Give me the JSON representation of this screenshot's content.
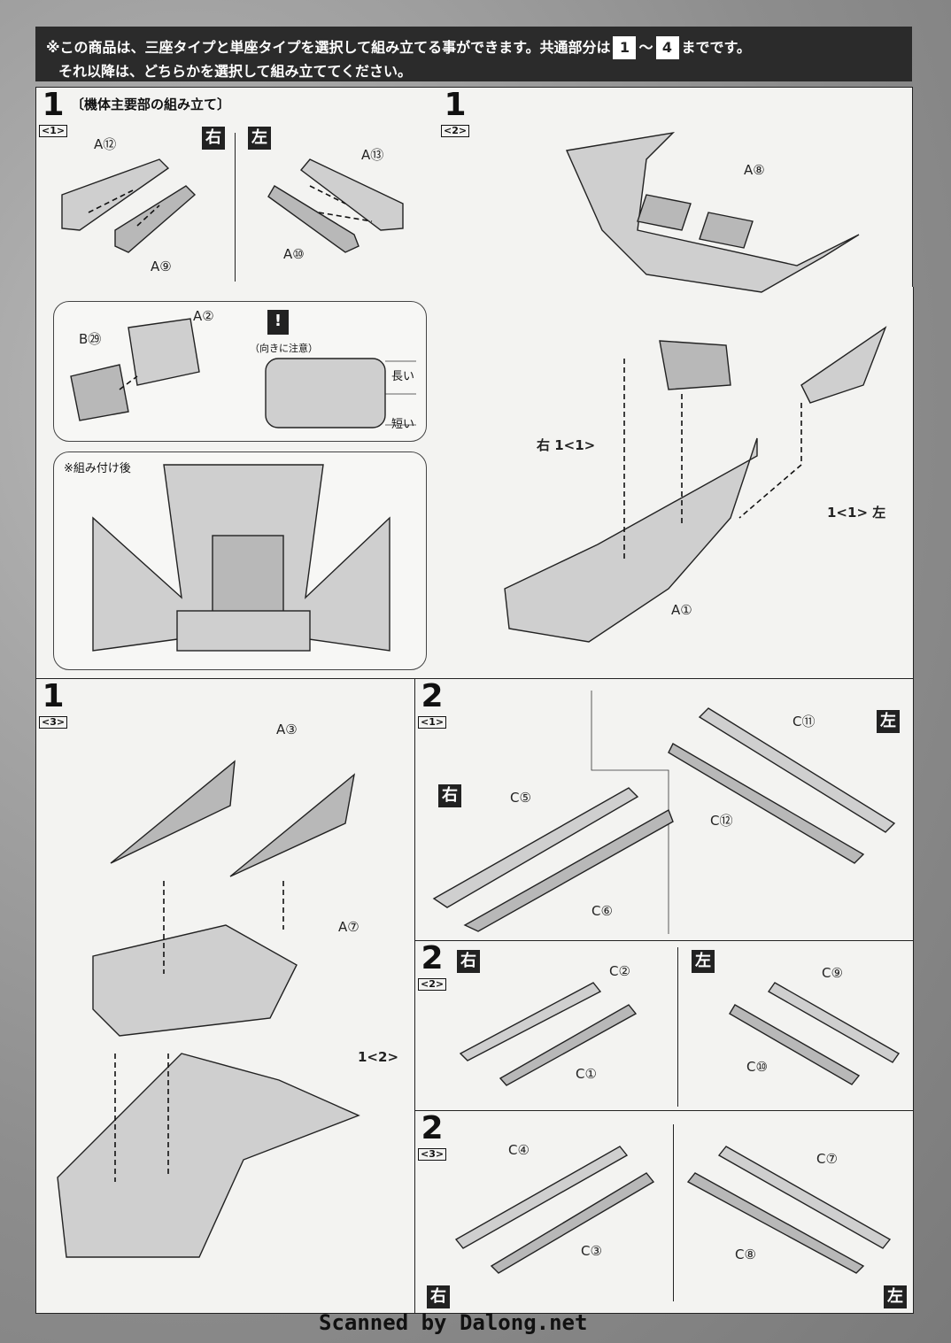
{
  "header": {
    "line1_a": "※この商品は、三座タイプと単座タイプを選択して組み立てる事ができます。共通部分は",
    "step_first": "1",
    "tilde": "～",
    "step_last": "4",
    "line1_b": "までです。",
    "line2": "それ以降は、どちらかを選択して組み立ててください。"
  },
  "steps": {
    "s1_1": {
      "num": "1",
      "sub": "<1>",
      "title": "〔機体主要部の組み立て〕"
    },
    "s1_2": {
      "num": "1",
      "sub": "<2>"
    },
    "s1_3": {
      "num": "1",
      "sub": "<3>"
    },
    "s2_1": {
      "num": "2",
      "sub": "<1>"
    },
    "s2_2": {
      "num": "2",
      "sub": "<2>"
    },
    "s2_3": {
      "num": "2",
      "sub": "<3>"
    }
  },
  "labels": {
    "right": "右",
    "left": "左",
    "ref_right_1_1": "右 1<1>",
    "ref_left_1_1": "1<1> 左",
    "ref_1_2": "1<2>"
  },
  "parts": {
    "a12": "A⑫",
    "a9": "A⑨",
    "a13": "A⑬",
    "a10": "A⑩",
    "a8": "A⑧",
    "a2": "A②",
    "b29": "B㉙",
    "a1": "A①",
    "a3": "A③",
    "a7": "A⑦",
    "c5": "C⑤",
    "c6": "C⑥",
    "c11": "C⑪",
    "c12": "C⑫",
    "c2": "C②",
    "c1": "C①",
    "c9": "C⑨",
    "c10": "C⑩",
    "c4": "C④",
    "c3": "C③",
    "c7": "C⑦",
    "c8": "C⑧"
  },
  "callout": {
    "caution": "（向きに注意）",
    "warning_glyph": "!",
    "long": "長い",
    "short": "短い",
    "after": "※組み付け後"
  },
  "footer": {
    "watermark": "Scanned by Dalong.net"
  }
}
